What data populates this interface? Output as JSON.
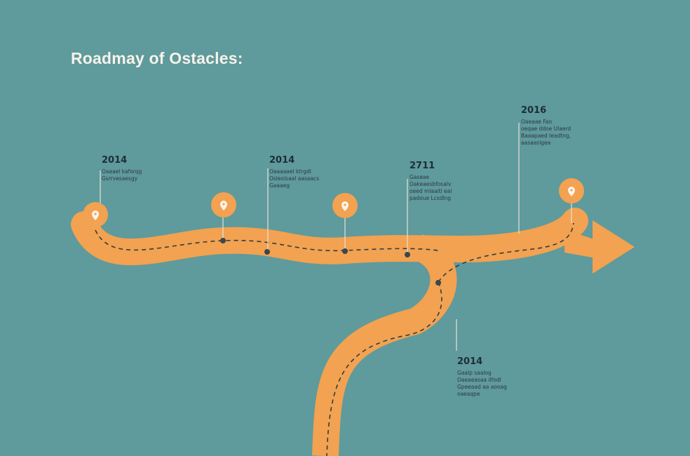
{
  "title": "Roadmay of Ostacles:",
  "milestones": [
    {
      "year": "2014",
      "lines": [
        "Oaaael kaforqg",
        "Gsrrvesaesgy"
      ]
    },
    {
      "year": "2014",
      "lines": [
        "Oaaaaael ktrgdl",
        "Osleolsaal aasaacs",
        "Gaaaeg"
      ]
    },
    {
      "year": "2711",
      "lines": [
        "Gaseae",
        "Oakeaesbfosalv",
        "oeed mlaaitl eal",
        "padoue Lcsdlng"
      ]
    },
    {
      "year": "2016",
      "lines": [
        "Oaeaae Fao",
        "oeqae ddoe Ulaerd",
        "Baaapaed Ieadtng,",
        "aasaaslgea"
      ]
    },
    {
      "year": "2014",
      "lines": [
        "Gaalp saalog",
        "Oaeaeasaa ilfodl",
        "Gpeeaad aa aooag",
        "oaeaqpe"
      ]
    }
  ],
  "colors": {
    "background": "#5f9a9c",
    "road": "#f2a250",
    "marker": "#f2a250",
    "text": "#1f2d36",
    "title": "#f6f3ea"
  }
}
